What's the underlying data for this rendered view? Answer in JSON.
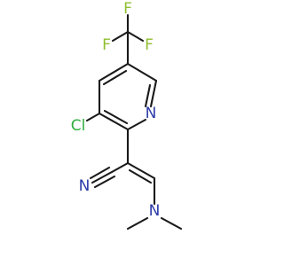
{
  "atoms": {
    "F_top": "F",
    "F_left": "F",
    "F_right": "F",
    "Cl": "Cl",
    "N_pyridine": "N",
    "N_nitrile": "N",
    "N_amine": "N"
  },
  "colors": {
    "bond": "#1a1a1a",
    "fluorine": "#8fbf2f",
    "chlorine": "#2fae3c",
    "nitrogen": "#2b3aa8"
  }
}
